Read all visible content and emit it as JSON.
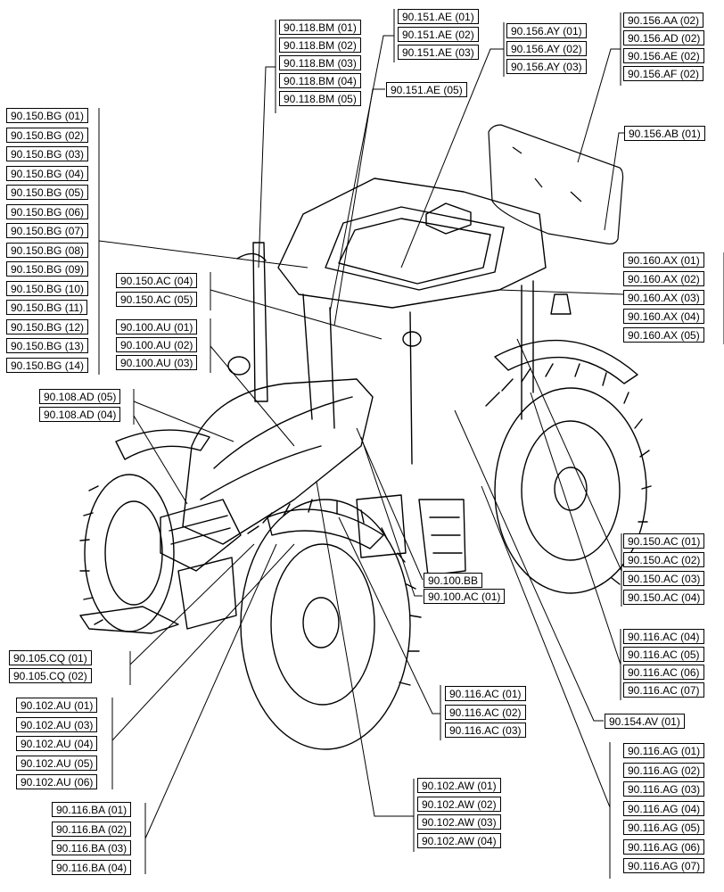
{
  "callout_groups": {
    "bm": [
      "90.118.BM (01)",
      "90.118.BM (02)",
      "90.118.BM (03)",
      "90.118.BM (04)",
      "90.118.BM (05)"
    ],
    "ae": [
      "90.151.AE (01)",
      "90.151.AE (02)",
      "90.151.AE (03)"
    ],
    "ae5": [
      "90.151.AE (05)"
    ],
    "ay": [
      "90.156.AY (01)",
      "90.156.AY (02)",
      "90.156.AY (03)"
    ],
    "aa": [
      "90.156.AA (02)",
      "90.156.AD (02)",
      "90.156.AE (02)",
      "90.156.AF (02)"
    ],
    "ab": [
      "90.156.AB (01)"
    ],
    "bg": [
      "90.150.BG (01)",
      "90.150.BG (02)",
      "90.150.BG (03)",
      "90.150.BG (04)",
      "90.150.BG (05)",
      "90.150.BG (06)",
      "90.150.BG (07)",
      "90.150.BG (08)",
      "90.150.BG (09)",
      "90.150.BG (10)",
      "90.150.BG (11)",
      "90.150.BG (12)",
      "90.150.BG (13)",
      "90.150.BG (14)"
    ],
    "ac_left": [
      "90.150.AC (04)",
      "90.150.AC (05)"
    ],
    "au100": [
      "90.100.AU (01)",
      "90.100.AU (02)",
      "90.100.AU (03)"
    ],
    "ad": [
      "90.108.AD (05)",
      "90.108.AD (04)"
    ],
    "ax": [
      "90.160.AX (01)",
      "90.160.AX (02)",
      "90.160.AX (03)",
      "90.160.AX (04)",
      "90.160.AX (05)"
    ],
    "ac_right": [
      "90.150.AC (01)",
      "90.150.AC (02)",
      "90.150.AC (03)",
      "90.150.AC (04)"
    ],
    "bb": [
      "90.100.BB"
    ],
    "ac100": [
      "90.100.AC (01)"
    ],
    "cq": [
      "90.105.CQ (01)",
      "90.105.CQ (02)"
    ],
    "ac116r": [
      "90.116.AC (04)",
      "90.116.AC (05)",
      "90.116.AC (06)",
      "90.116.AC (07)"
    ],
    "av": [
      "90.154.AV (01)"
    ],
    "au102": [
      "90.102.AU (01)",
      "90.102.AU (03)",
      "90.102.AU (04)",
      "90.102.AU (05)",
      "90.102.AU (06)"
    ],
    "ac116c": [
      "90.116.AC (01)",
      "90.116.AC (02)",
      "90.116.AC (03)"
    ],
    "ag": [
      "90.116.AG (01)",
      "90.116.AG (02)",
      "90.116.AG (03)",
      "90.116.AG (04)",
      "90.116.AG (05)",
      "90.116.AG (06)",
      "90.116.AG (07)"
    ],
    "aw": [
      "90.102.AW (01)",
      "90.102.AW (02)",
      "90.102.AW (03)",
      "90.102.AW (04)"
    ],
    "ba": [
      "90.116.BA (01)",
      "90.116.BA (02)",
      "90.116.BA (03)",
      "90.116.BA (04)"
    ]
  }
}
